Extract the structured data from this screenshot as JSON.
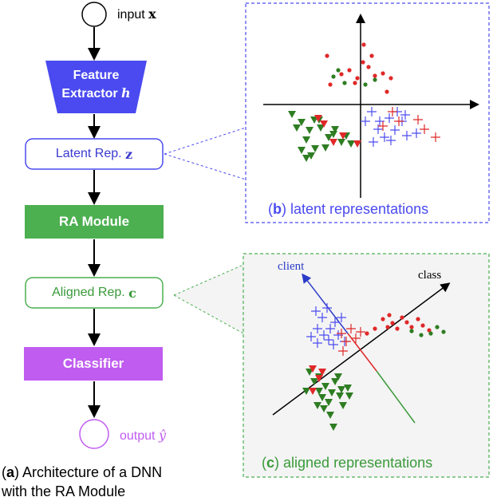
{
  "flow": {
    "input_label": "input ",
    "input_var": "x",
    "feature_line1": "Feature",
    "feature_line2": "Extractor ",
    "feature_var": "h",
    "latent_label": "Latent Rep. ",
    "latent_var": "z",
    "ra_module": "RA Module",
    "aligned_label": "Aligned Rep. ",
    "aligned_var": "c",
    "classifier": "Classifier",
    "output_label": "output ",
    "output_var": "ŷ",
    "caption_a_letter": "a",
    "caption_a_line1": ") Architecture  of a DNN",
    "caption_a_line2": "with the RA Module"
  },
  "panel_b": {
    "caption_letter": "b",
    "caption_text": ") latent representations"
  },
  "panel_c": {
    "caption_letter": "c",
    "caption_text": ") aligned representations",
    "axis_client": "client",
    "axis_class": "class"
  },
  "colors": {
    "blue": "#4c4cf0",
    "green": "#3a9a3a",
    "node_green": "#4caf50",
    "purple": "#c05cf0",
    "red": "#e02828",
    "dark_green": "#2e7d22"
  }
}
